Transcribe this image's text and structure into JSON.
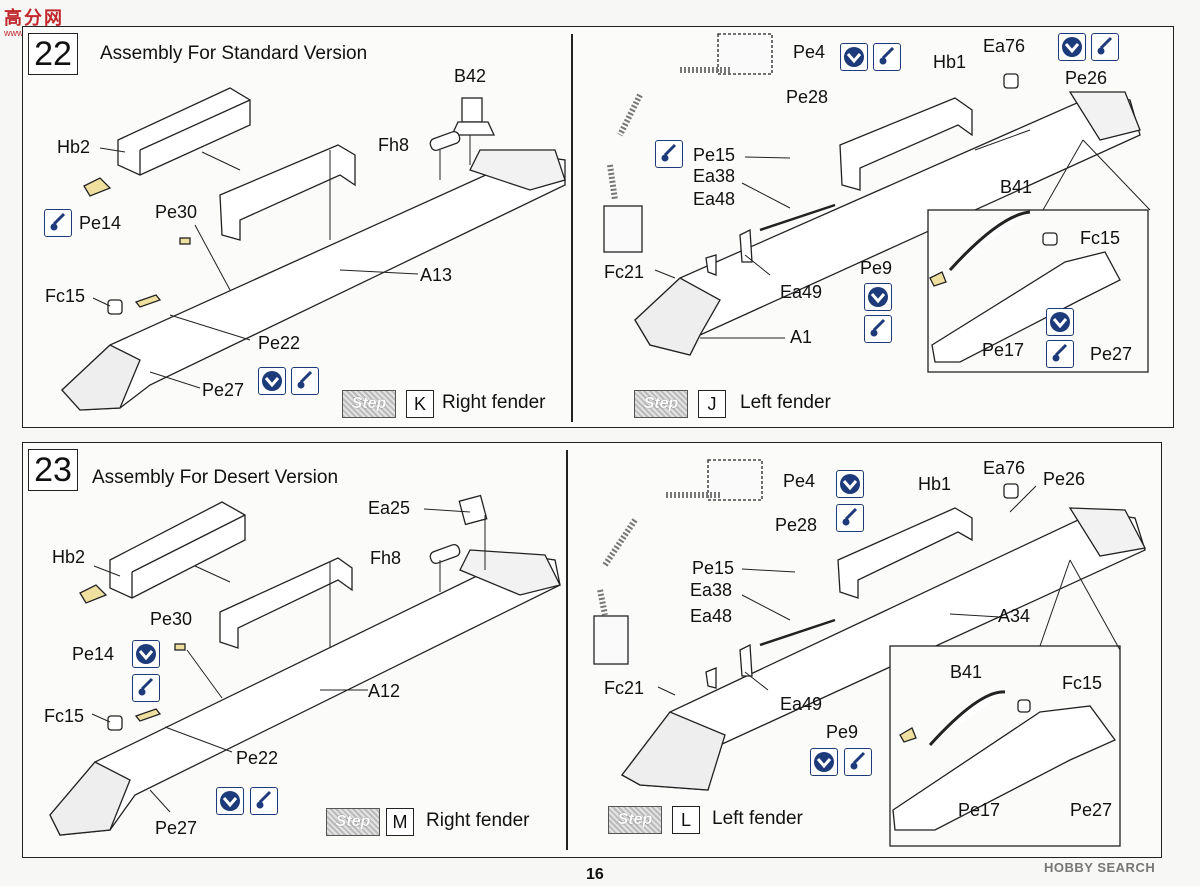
{
  "watermark": {
    "top": "高分网",
    "url": "www.hasho.com.cn"
  },
  "page_number": "16",
  "footer_logo": "HOBBY SEARCH",
  "step22": {
    "number": "22",
    "title": "Assembly For Standard Version",
    "right_panel": {
      "labels": [
        "Hb2",
        "Pe14",
        "Pe30",
        "Fc15",
        "Pe22",
        "Pe27",
        "B42",
        "Fh8",
        "A13"
      ],
      "step_word": "Step",
      "step_letter": "K",
      "caption": "Right fender"
    },
    "left_panel": {
      "labels": [
        "Pe4",
        "Pe28",
        "Pe15",
        "Ea38",
        "Ea48",
        "Fc21",
        "Ea49",
        "A1",
        "Hb1",
        "Ea76",
        "Pe26",
        "B41",
        "Fc15",
        "Pe9",
        "Pe17",
        "Pe27"
      ],
      "step_word": "Step",
      "step_letter": "J",
      "caption": "Left fender"
    }
  },
  "step23": {
    "number": "23",
    "title": "Assembly For Desert Version",
    "right_panel": {
      "labels": [
        "Ea25",
        "Fh8",
        "Hb2",
        "Pe30",
        "Pe14",
        "A12",
        "Fc15",
        "Pe22",
        "Pe27"
      ],
      "step_word": "Step",
      "step_letter": "M",
      "caption": "Right fender"
    },
    "left_panel": {
      "labels": [
        "Pe4",
        "Pe28",
        "Pe15",
        "Ea38",
        "Ea48",
        "Fc21",
        "Ea49",
        "Hb1",
        "Ea76",
        "Pe26",
        "A34",
        "B41",
        "Fc15",
        "Pe9",
        "Pe17",
        "Pe27"
      ],
      "step_word": "Step",
      "step_letter": "L",
      "caption": "Left fender"
    }
  },
  "icons": {
    "bend": "bend-down-arrow-icon",
    "glue": "glue-drop-icon",
    "color": "#1d3a7a"
  }
}
